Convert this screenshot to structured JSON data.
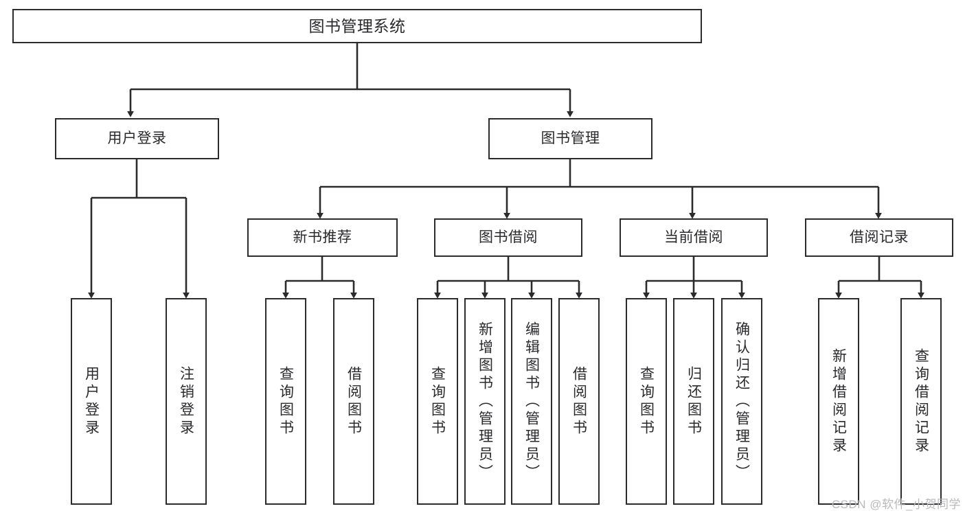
{
  "diagram": {
    "type": "tree",
    "title": "图书管理系统",
    "root": {
      "label": "图书管理系统"
    },
    "level1": [
      {
        "label": "用户登录"
      },
      {
        "label": "图书管理"
      }
    ],
    "level2": [
      {
        "label": "新书推荐"
      },
      {
        "label": "图书借阅"
      },
      {
        "label": "当前借阅"
      },
      {
        "label": "借阅记录"
      }
    ],
    "leaves": [
      {
        "label": "用户登录"
      },
      {
        "label": "注销登录"
      },
      {
        "label": "查询图书"
      },
      {
        "label": "借阅图书"
      },
      {
        "label": "查询图书"
      },
      {
        "label": "新增图书（管理员）"
      },
      {
        "label": "编辑图书（管理员）"
      },
      {
        "label": "借阅图书"
      },
      {
        "label": "查询图书"
      },
      {
        "label": "归还图书"
      },
      {
        "label": "确认归还（管理员）"
      },
      {
        "label": "新增借阅记录"
      },
      {
        "label": "查询借阅记录"
      }
    ],
    "colors": {
      "background": "#ffffff",
      "box_border": "#2b2b2e",
      "box_fill": "#ffffff",
      "text": "#2a2a2d",
      "connector": "#2b2b2e",
      "watermark": "#b9b9bc"
    }
  },
  "watermark": {
    "text": "CSDN @软件_小贺同学"
  }
}
